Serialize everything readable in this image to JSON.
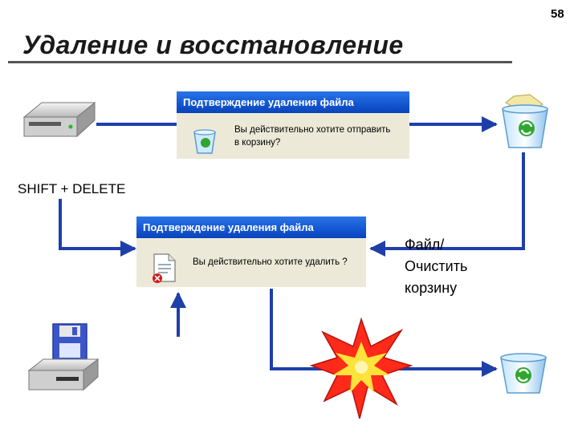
{
  "page_number": "58",
  "title": "Удаление и восстановление",
  "dialog_delete_to_bin": {
    "title": "Подтверждение удаления файла",
    "message_line1": "Вы действительно хотите отправить",
    "message_line2": "в корзину?"
  },
  "dialog_delete_permanent": {
    "title": "Подтверждение удаления файла",
    "message": "Вы действительно хотите удалить ?"
  },
  "shortcut_label": "SHIFT + DELETE",
  "empty_bin_label": {
    "line1": "Файл/",
    "line2": "Очистить",
    "line3": "корзину"
  },
  "colors": {
    "arrow": "#1f3fa8",
    "xp_title": "#1356d1",
    "xp_face": "#ece9d8"
  }
}
